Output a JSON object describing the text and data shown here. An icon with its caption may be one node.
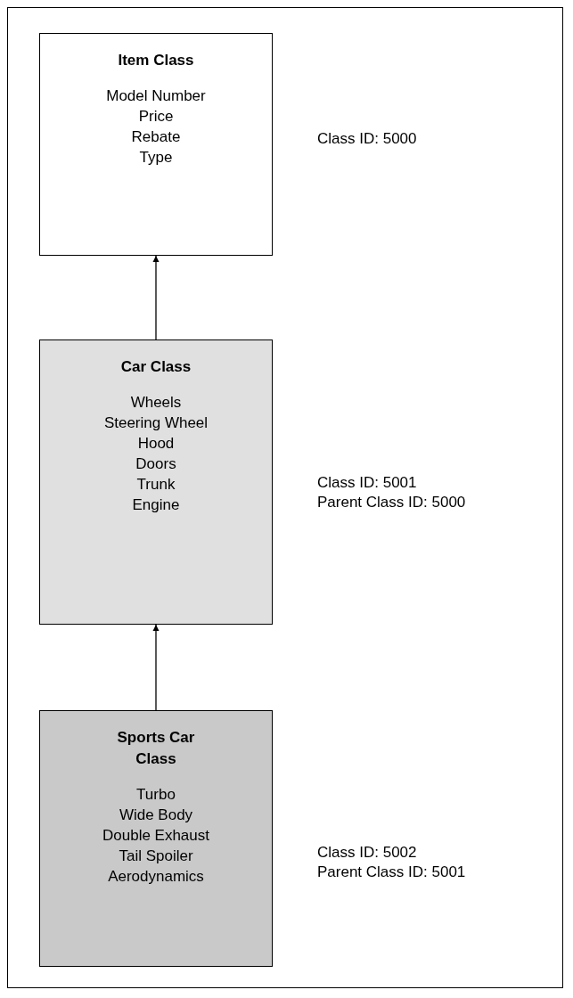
{
  "diagram": {
    "nodes": [
      {
        "text": [
          "Item Class",
          "Model Number",
          "Price",
          "Rebate",
          "Type"
        ],
        "beside": [
          "Class ID: 5000"
        ]
      },
      {
        "text": [
          "Car Class",
          "Wheels",
          "Steering Wheel",
          "Hood",
          "Doors",
          "Trunk",
          "Engine"
        ],
        "beside": [
          "Class ID: 5001",
          "Parent Class ID: 5000"
        ]
      },
      {
        "text": [
          "Sports Car Class",
          "Turbo",
          "Wide Body",
          "Double Exhaust",
          "Tail Spoiler",
          "Aerodynamics"
        ],
        "beside": [
          "Class ID: 5002",
          "Parent Class ID: 5001"
        ]
      }
    ],
    "edges": [
      {
        "from": 1,
        "to": 0,
        "arrow": "to"
      },
      {
        "from": 2,
        "to": 1,
        "arrow": "to"
      }
    ]
  }
}
